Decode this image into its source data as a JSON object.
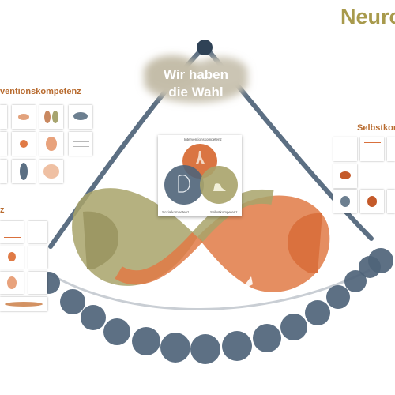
{
  "board": {
    "title": "Neuro",
    "center_cloud_text_line1": "Wir haben",
    "center_cloud_text_line2": "die Wahl"
  },
  "sections": {
    "left_top_label": "ventionskompetenz",
    "left_bottom_label": "z",
    "right_label": "Selbstkom"
  },
  "venn_card": {
    "top_label": "Interventionskompetenz",
    "left_label": "Sozialkompetenz",
    "right_label": "Selbstkompetenz"
  },
  "colors": {
    "title": "#a89a4c",
    "section_label": "#b86b2f",
    "triangle_blue": "#4a5f75",
    "orange": "#e07a45",
    "olive": "#a8a36a",
    "slate": "#4f6479"
  }
}
